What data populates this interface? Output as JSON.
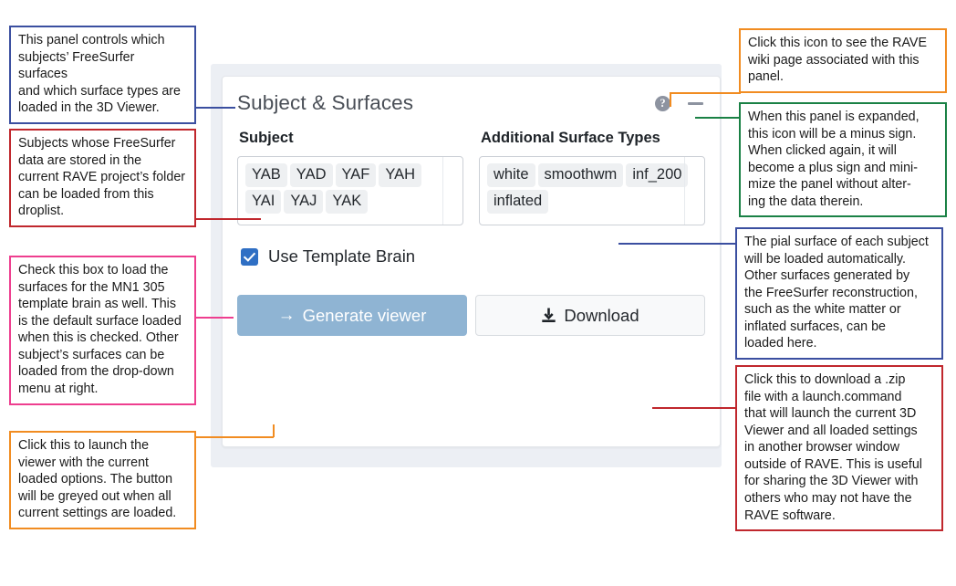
{
  "panel": {
    "title": "Subject & Surfaces",
    "help_icon": "question-mark-circle-icon",
    "collapse_icon": "minus-icon",
    "subject": {
      "label": "Subject",
      "tokens": [
        "YAB",
        "YAD",
        "YAF",
        "YAH",
        "YAI",
        "YAJ",
        "YAK"
      ]
    },
    "surfaces": {
      "label": "Additional Surface Types",
      "tokens": [
        "white",
        "smoothwm",
        "inf_200",
        "inflated"
      ]
    },
    "template_checkbox": {
      "label": "Use Template Brain",
      "checked": true
    },
    "buttons": {
      "generate": "Generate viewer",
      "generate_icon": "arrow-right-icon",
      "download": "Download",
      "download_icon": "download-icon"
    }
  },
  "annotations": {
    "panel_overview": {
      "text": "This panel controls which\nsubjects’ FreeSurfer surfaces\nand which surface types are\nloaded in the 3D Viewer.",
      "color": "#3b4fa0"
    },
    "subject_droplist": {
      "text": "Subjects whose FreeSurfer\ndata are stored in the\ncurrent RAVE project’s folder\ncan be loaded from this\ndroplist.",
      "color": "#c0272d"
    },
    "template_brain": {
      "text": "Check this box to load the\nsurfaces for the MN1 305\ntemplate brain as well. This\nis the default surface loaded\nwhen this is checked. Other\nsubject’s surfaces can be\nloaded from the drop-down\nmenu at right.",
      "color": "#ee3e8f"
    },
    "generate_viewer": {
      "text": "Click this to launch the\nviewer with the current\nloaded options. The button\nwill be greyed out when all\ncurrent settings are loaded.",
      "color": "#f18c21"
    },
    "wiki_icon": {
      "text": "Click this icon to see the RAVE\nwiki page associated with this\npanel.",
      "color": "#f18c21"
    },
    "minimize_icon": {
      "text": "When this panel is expanded,\nthis icon will be a minus sign.\nWhen clicked again, it will\nbecome a plus sign and mini-\nmize the panel without alter-\ning the data therein.",
      "color": "#1a8145"
    },
    "surface_types": {
      "text": "The pial surface of each subject\nwill be loaded automatically.\nOther surfaces generated by\nthe FreeSurfer reconstruction,\nsuch as the white matter or\ninflated surfaces, can be\nloaded here.",
      "color": "#3b4fa0"
    },
    "download_button": {
      "text": "Click this to download a .zip\nfile with a launch.command\nthat will launch the current 3D\nViewer and all loaded settings\nin another browser window\noutside of RAVE. This is useful\nfor sharing the 3D Viewer with\nothers who may  not have the\nRAVE software.",
      "color": "#c0272d"
    }
  }
}
